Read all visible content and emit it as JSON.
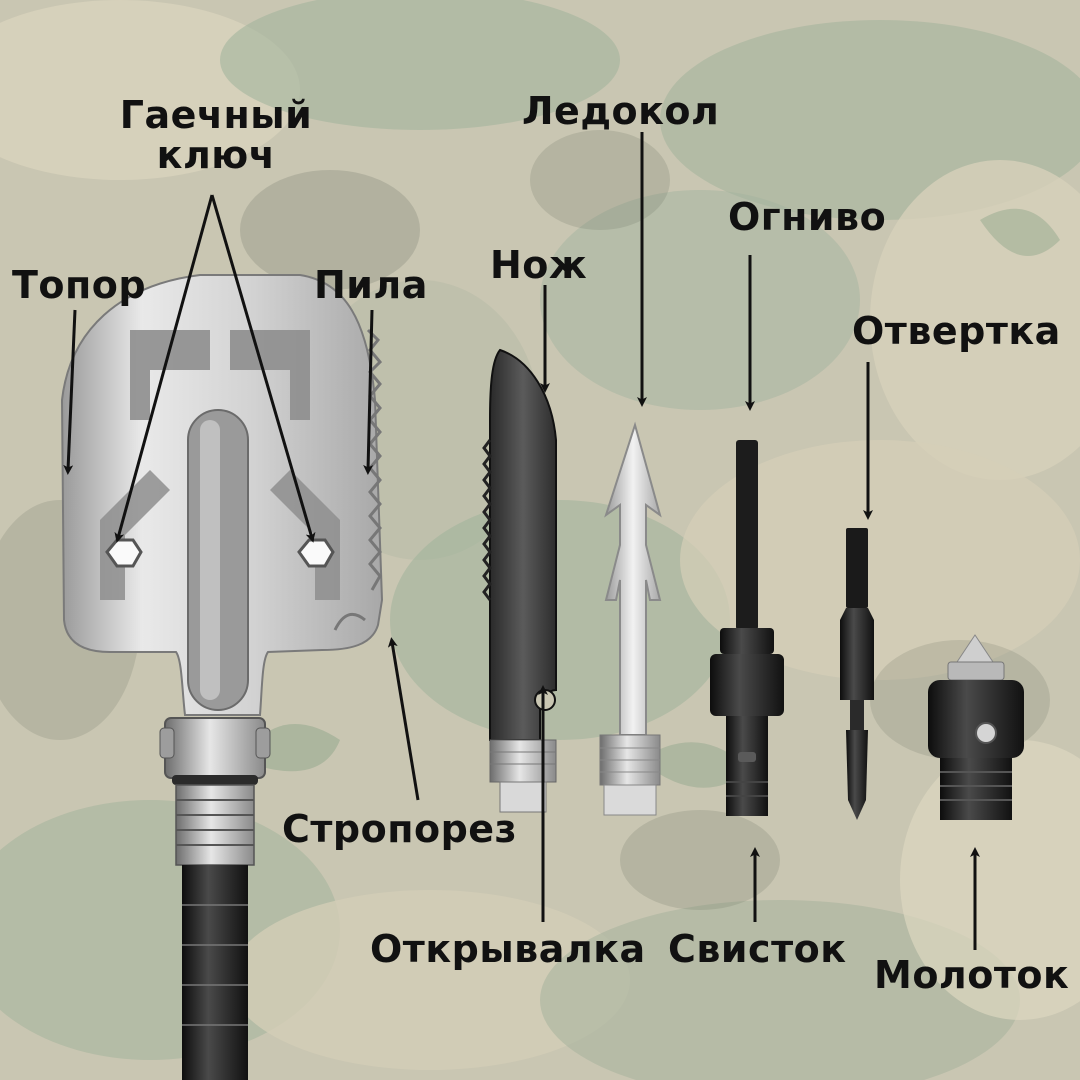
{
  "colors": {
    "background_base": "#c9c6b2",
    "camo_green": "#9fb29a",
    "camo_tan": "#d9d3bd",
    "camo_dark": "#6f7566",
    "blade_silver": "#d3d3d3",
    "blade_gray": "#8e8e8e",
    "tool_black": "#1c1c1c",
    "label_text": "#111111"
  },
  "labels": {
    "wrench_line1": "Гаечный",
    "wrench_line2": "ключ",
    "axe": "Топор",
    "saw": "Пила",
    "knife": "Нож",
    "icebreaker": "Ледокол",
    "firestarter": "Огниво",
    "screwdriver": "Отвертка",
    "line_cutter": "Стропорез",
    "bottle_opener": "Открывалка",
    "whistle": "Свисток",
    "hammer": "Молоток"
  },
  "icons": [
    "shovel-icon",
    "knife-icon",
    "icebreaker-spear-icon",
    "firestarter-rod-icon",
    "screwdriver-bit-icon",
    "hammer-head-icon"
  ]
}
